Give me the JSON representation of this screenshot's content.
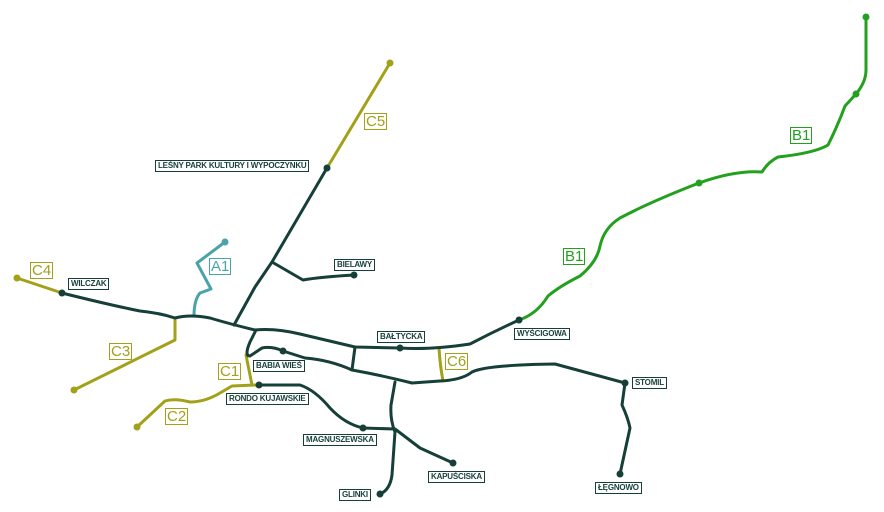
{
  "colors": {
    "main": "#173f3a",
    "c_lines": "#a3a01a",
    "b_line": "#22a01e",
    "a_line": "#4aa3a8"
  },
  "lines": {
    "a1": "A1",
    "b1_north": "B1",
    "b1_south": "B1",
    "c1": "C1",
    "c2": "C2",
    "c3": "C3",
    "c4": "C4",
    "c5": "C5",
    "c6": "C6"
  },
  "stations": {
    "lesny_park": "LEŚNY PARK KULTURY I WYPOCZYNKU",
    "wilczak": "WILCZAK",
    "bielawy": "BIELAWY",
    "baltycka": "BAŁTYCKA",
    "wyscigowa": "WYŚCIGOWA",
    "babia_wies": "BABIA WIEŚ",
    "rondo_kujawskie": "RONDO KUJAWSKIE",
    "stomil": "STOMIL",
    "magnuszewska": "MAGNUSZEWSKA",
    "kapusciska": "KAPUŚCISKA",
    "glinki": "GLINKI",
    "legnowo": "ŁĘGNOWO"
  }
}
